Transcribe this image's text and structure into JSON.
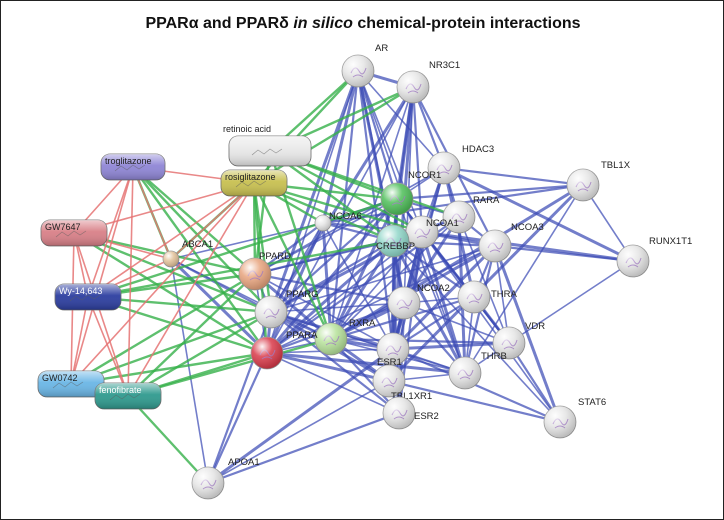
{
  "title": {
    "part1": "PPARα and PPARδ ",
    "italic": "in silico",
    "part2": " chemical-protein interactions"
  },
  "colors": {
    "protein_protein_edge": "#3d4cb5",
    "chemical_edge_green": "#36b04a",
    "chemical_edge_red": "#e57373"
  },
  "proteins": [
    {
      "id": "AR",
      "label": "AR",
      "color": "#e6e6e6"
    },
    {
      "id": "NR3C1",
      "label": "NR3C1",
      "color": "#e6e6e6"
    },
    {
      "id": "HDAC3",
      "label": "HDAC3",
      "color": "#e6e6e6"
    },
    {
      "id": "TBL1X",
      "label": "TBL1X",
      "color": "#e6e6e6"
    },
    {
      "id": "NCOR1",
      "label": "NCOR1",
      "color": "#4fbf5a"
    },
    {
      "id": "RARA",
      "label": "RARA",
      "color": "#e6e6e6"
    },
    {
      "id": "NCOA6",
      "label": "NCOA6",
      "color": "#e6e6e6"
    },
    {
      "id": "NCOA1",
      "label": "NCOA1",
      "color": "#e6e6e6"
    },
    {
      "id": "NCOA3",
      "label": "NCOA3",
      "color": "#e6e6e6"
    },
    {
      "id": "RUNX1T1",
      "label": "RUNX1T1",
      "color": "#e6e6e6"
    },
    {
      "id": "ABCA1",
      "label": "ABCA1",
      "color": "#e3c29a"
    },
    {
      "id": "CREBBP",
      "label": "CREBBP",
      "color": "#8fd6c8"
    },
    {
      "id": "PPARD",
      "label": "PPARD",
      "color": "#e8a47e"
    },
    {
      "id": "PPARG",
      "label": "PPARG",
      "color": "#e6e6e6"
    },
    {
      "id": "NCOA2",
      "label": "NCOA2",
      "color": "#e6e6e6"
    },
    {
      "id": "THRA",
      "label": "THRA",
      "color": "#e6e6e6"
    },
    {
      "id": "RXRA",
      "label": "RXRA",
      "color": "#b7e29b"
    },
    {
      "id": "PPARA",
      "label": "PPARA",
      "color": "#d93a4a"
    },
    {
      "id": "VDR",
      "label": "VDR",
      "color": "#e6e6e6"
    },
    {
      "id": "ESR1",
      "label": "ESR1",
      "color": "#e6e6e6"
    },
    {
      "id": "THRB",
      "label": "THRB",
      "color": "#e6e6e6"
    },
    {
      "id": "TBL1XR1",
      "label": "TBL1XR1",
      "color": "#e6e6e6"
    },
    {
      "id": "ESR2",
      "label": "ESR2",
      "color": "#e6e6e6"
    },
    {
      "id": "STAT6",
      "label": "STAT6",
      "color": "#e6e6e6"
    },
    {
      "id": "APOA1",
      "label": "APOA1",
      "color": "#e6e6e6"
    }
  ],
  "chemicals": [
    {
      "id": "retinoic_acid",
      "label": "retinoic acid",
      "color": "#e8e8e8"
    },
    {
      "id": "troglitazone",
      "label": "troglitazone",
      "color": "#8f86d6"
    },
    {
      "id": "rosiglitazone",
      "label": "rosiglitazone",
      "color": "#c8c050"
    },
    {
      "id": "GW7647",
      "label": "GW7647",
      "color": "#d98088"
    },
    {
      "id": "Wy-14643",
      "label": "Wy-14,643",
      "color": "#2c3ea0"
    },
    {
      "id": "GW0742",
      "label": "GW0742",
      "color": "#6ab6e6"
    },
    {
      "id": "fenofibrate",
      "label": "fenofibrate",
      "color": "#2f9a8e"
    }
  ]
}
